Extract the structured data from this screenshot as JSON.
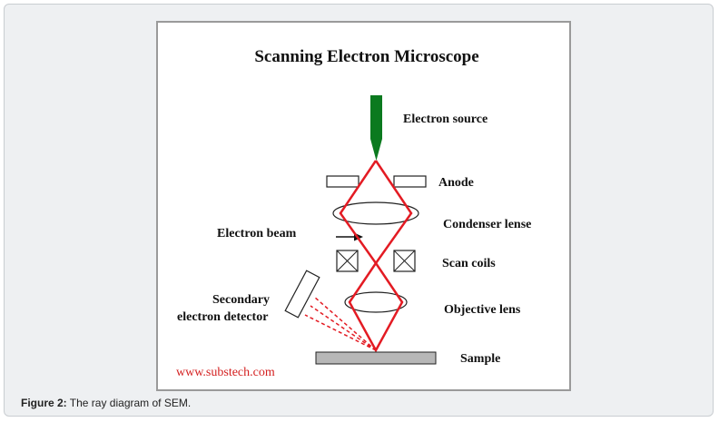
{
  "figure": {
    "title": "Scanning Electron Microscope",
    "labels": {
      "electron_source": "Electron source",
      "anode": "Anode",
      "condenser": "Condenser lense",
      "electron_beam": "Electron beam",
      "scan_coils": "Scan coils",
      "secondary_line1": "Secondary",
      "secondary_line2": "electron detector",
      "objective": "Objective lens",
      "sample": "Sample"
    },
    "watermark": "www.substech.com",
    "colors": {
      "beam": "#e31b23",
      "source": "#0b7a1f",
      "sample": "#b7b7b7",
      "watermark": "#d42020"
    }
  },
  "caption": {
    "label": "Figure 2:",
    "text": " The ray diagram of SEM."
  }
}
